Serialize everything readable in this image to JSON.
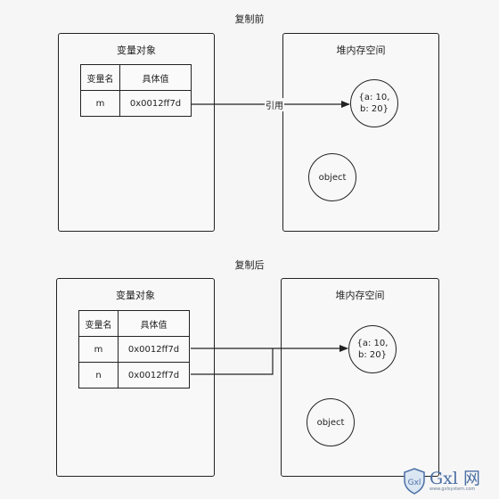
{
  "before": {
    "title": "复制前",
    "stack": {
      "title": "变量对象",
      "headers": [
        "变量名",
        "具体值"
      ],
      "rows": [
        {
          "name": "m",
          "value": "0x0012ff7d"
        }
      ]
    },
    "heap": {
      "title": "堆内存空间",
      "obj_line1": "{a: 10,",
      "obj_line2": "b: 20}",
      "object_label": "object"
    },
    "ref_label": "引用"
  },
  "after": {
    "title": "复制后",
    "stack": {
      "title": "变量对象",
      "headers": [
        "变量名",
        "具体值"
      ],
      "rows": [
        {
          "name": "m",
          "value": "0x0012ff7d"
        },
        {
          "name": "n",
          "value": "0x0012ff7d"
        }
      ]
    },
    "heap": {
      "title": "堆内存空间",
      "obj_line1": "{a: 10,",
      "obj_line2": "b: 20}",
      "object_label": "object"
    }
  },
  "watermark": {
    "brand": "Gxl 网",
    "url": "www.gxlsystem.com"
  },
  "colors": {
    "line": "#222222",
    "background": "#f6f6f6",
    "watermark": "#4a6fa5"
  }
}
